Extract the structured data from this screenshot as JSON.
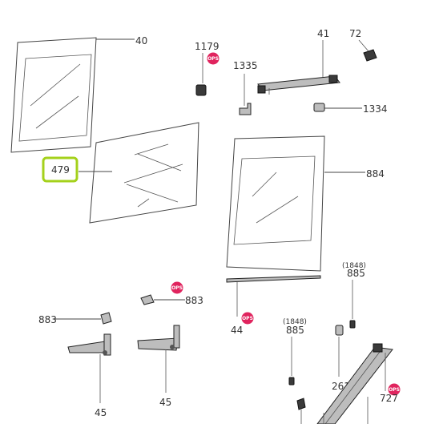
{
  "callouts": {
    "c40": "40",
    "c1179": "1179",
    "c1335": "1335",
    "c41": "41",
    "c72": "72",
    "c1334": "1334",
    "c479": "479",
    "c884": "884",
    "c885a_note": "(1848)",
    "c885a": "885",
    "c883a": "883",
    "c883b": "883",
    "c44": "44",
    "c885b_note": "(1848)",
    "c885b": "885",
    "c261": "261",
    "c727": "727",
    "c45a": "45",
    "c45b": "45"
  },
  "badge_text": "OPS",
  "colors": {
    "highlight": "#a4d11b",
    "badge": "#e0245e",
    "line": "#444444"
  }
}
